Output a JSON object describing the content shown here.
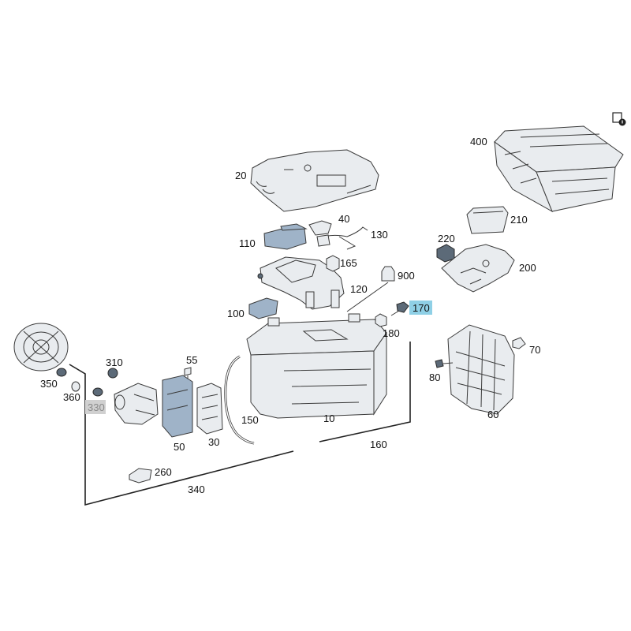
{
  "colors": {
    "highlight": "#8fd0e6",
    "dimmed": "#d0d0d0",
    "part_fill": "#e9ecef",
    "part_blue": "#9fb3c8"
  },
  "corner_icon": "document-info-icon",
  "labels": {
    "p20": "20",
    "p40": "40",
    "p110": "110",
    "p130": "130",
    "p165": "165",
    "p120": "120",
    "p900": "900",
    "p100": "100",
    "p170": "170",
    "p180": "180",
    "p10": "10",
    "p160": "160",
    "p400": "400",
    "p210": "210",
    "p220": "220",
    "p200": "200",
    "p70": "70",
    "p80": "80",
    "p60": "60",
    "p310": "310",
    "p350": "350",
    "p360": "360",
    "p330": "330",
    "p55": "55",
    "p50": "50",
    "p30": "30",
    "p150": "150",
    "p260": "260",
    "p340": "340"
  }
}
